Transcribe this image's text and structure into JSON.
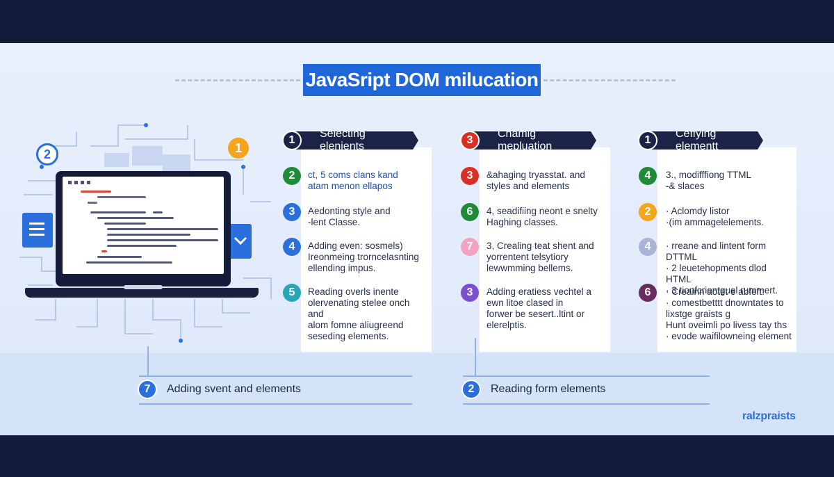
{
  "title": "JavaSript DOM milucation",
  "illustration": {
    "badge_left": "2",
    "badge_right": "1"
  },
  "columns": [
    {
      "header_num": "1",
      "header_num_color": "#1b2347",
      "header": "Selecting elenients",
      "items": [
        {
          "num": "2",
          "color": "#1f8a3a",
          "text": "ct, 5 coms clans kand\natam menon ellapos",
          "accent": true
        },
        {
          "num": "3",
          "color": "#2a6fdb",
          "text": "Aedonting style and\n-lent Classe."
        },
        {
          "num": "4",
          "color": "#2a6fdb",
          "text": "Adding even: sosmels)\nIreonmeing trorncelasnting\nellending impus."
        },
        {
          "num": "5",
          "color": "#26a6b8",
          "text": "Reading overls inente\nolervenating stelee onch and\nalom fomne aliugreend\nseseding elements."
        }
      ]
    },
    {
      "header_num": "3",
      "header_num_color": "#d93025",
      "header": "Chamig mepluation",
      "items": [
        {
          "num": "3",
          "color": "#d93025",
          "text": "&ahaging tryasstat. and\nstyles and elements"
        },
        {
          "num": "6",
          "color": "#1f8a3a",
          "text": "4, seadifiing neont e snelty\nHaghing classes."
        },
        {
          "num": "7",
          "color": "#f2a3c0",
          "text": "3, Crealing teat shent and\nyorrentent telsytiory\nlewwmming bellems."
        },
        {
          "num": "3",
          "color": "#7b4fc9",
          "text": "Adding eratiess vechtel a\newn litoe clased in\nforwer be sesert..ltint or\nelerelptis."
        }
      ]
    },
    {
      "header_num": "1",
      "header_num_color": "#1b2347",
      "header": "Ceffying elementt",
      "items": [
        {
          "num": "4",
          "color": "#1f8a3a",
          "text": "3., modifffiong TTML\n-& slaces"
        },
        {
          "num": "2",
          "color": "#f4a51c",
          "text": "· Aclomdy listor\n·(im ammagelelements."
        },
        {
          "num": "4",
          "color": "#aab4d6",
          "text": "· rreane and lintent form DTTML\n· 2 leuetehopments dlod HTML\n· 3 tionfcriontguel rummert."
        },
        {
          "num": "6",
          "color": "#6a2c5e",
          "text": "· Creainn aotet e abfeft:\n· comestbetttt dnowntates to\nlixstge graists g\nHunt oveimli po livess tay ths\n· evode waifilowneing element"
        }
      ]
    }
  ],
  "bottom": [
    {
      "num": "7",
      "color": "#2a6fdb",
      "label": "Adding svent and elements"
    },
    {
      "num": "2",
      "color": "#2a6fdb",
      "label": "Reading form elements"
    }
  ],
  "brand": "ralzpraists"
}
